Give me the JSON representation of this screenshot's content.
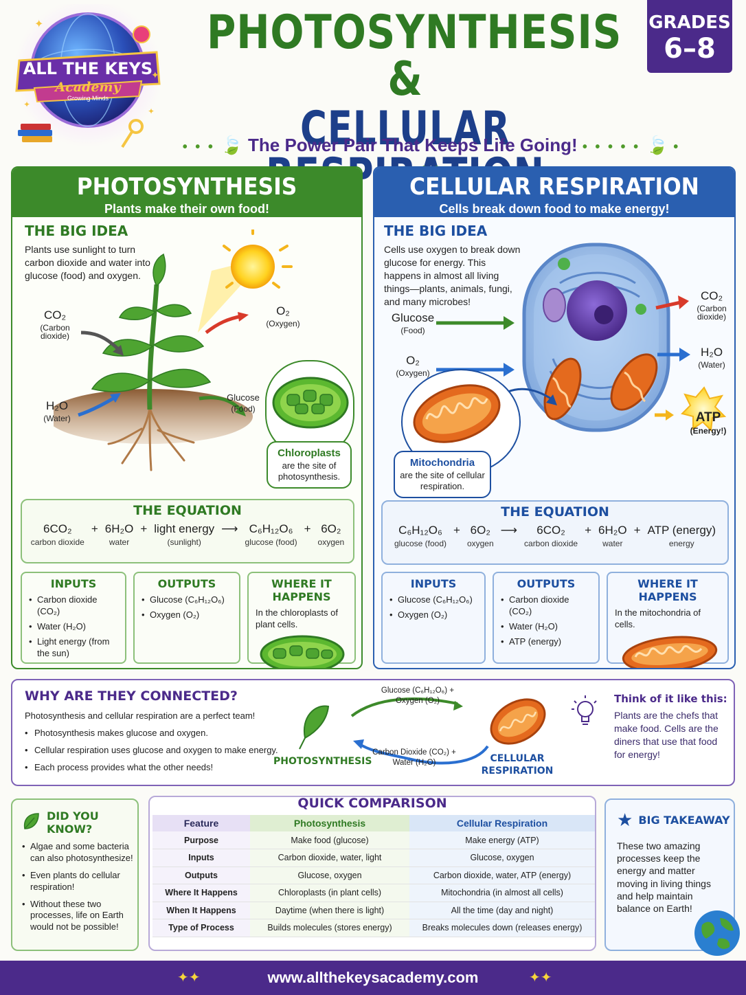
{
  "logo": {
    "line1": "ALL THE KEYS",
    "line2": "Academy",
    "line3": "Growing Minds"
  },
  "header": {
    "title_line1": "PHOTOSYNTHESIS &",
    "title_line2": "CELLULAR RESPIRATION",
    "grades_label": "GRADES",
    "grades_range": "6–8",
    "tagline": "The Power Pair That Keeps Life Going!"
  },
  "photosynthesis": {
    "title": "PHOTOSYNTHESIS",
    "subtitle": "Plants make their own food!",
    "big_idea_heading": "THE BIG IDEA",
    "big_idea_text": "Plants use sunlight to turn carbon dioxide and water into glucose (food) and oxygen.",
    "labels": {
      "co2": "CO₂",
      "co2_sub": "(Carbon dioxide)",
      "h2o": "H₂O",
      "h2o_sub": "(Water)",
      "o2": "O₂",
      "o2_sub": "(Oxygen)",
      "glucose": "Glucose",
      "glucose_sub": "(Food)"
    },
    "callout_title": "Chloroplasts",
    "callout_text": "are the site of photosynthesis.",
    "equation_heading": "THE EQUATION",
    "equation": [
      {
        "term": "6CO₂",
        "note": "carbon dioxide"
      },
      {
        "op": "+"
      },
      {
        "term": "6H₂O",
        "note": "water"
      },
      {
        "op": "+"
      },
      {
        "term": "light energy",
        "note": "(sunlight)"
      },
      {
        "op": "⟶"
      },
      {
        "term": "C₆H₁₂O₆",
        "note": "glucose (food)"
      },
      {
        "op": "+"
      },
      {
        "term": "6O₂",
        "note": "oxygen"
      }
    ],
    "inputs_heading": "INPUTS",
    "inputs": [
      "Carbon dioxide (CO₂)",
      "Water (H₂O)",
      "Light energy (from the sun)"
    ],
    "outputs_heading": "OUTPUTS",
    "outputs": [
      "Glucose (C₆H₁₂O₆)",
      "Oxygen (O₂)"
    ],
    "where_heading": "WHERE IT HAPPENS",
    "where_text": "In the chloroplasts of plant cells."
  },
  "respiration": {
    "title": "CELLULAR RESPIRATION",
    "subtitle": "Cells break down food to make energy!",
    "big_idea_heading": "THE BIG IDEA",
    "big_idea_text": "Cells use oxygen to break down glucose for energy. This happens in almost all living things—plants, animals, fungi, and many microbes!",
    "labels": {
      "glucose": "Glucose",
      "glucose_sub": "(Food)",
      "o2": "O₂",
      "o2_sub": "(Oxygen)",
      "co2": "CO₂",
      "co2_sub": "(Carbon dioxide)",
      "h2o": "H₂O",
      "h2o_sub": "(Water)",
      "atp": "ATP",
      "atp_sub": "(Energy!)"
    },
    "callout_title": "Mitochondria",
    "callout_text": "are the site of cellular respiration.",
    "equation_heading": "THE EQUATION",
    "equation": [
      {
        "term": "C₆H₁₂O₆",
        "note": "glucose (food)"
      },
      {
        "op": "+"
      },
      {
        "term": "6O₂",
        "note": "oxygen"
      },
      {
        "op": "⟶"
      },
      {
        "term": "6CO₂",
        "note": "carbon dioxide"
      },
      {
        "op": "+"
      },
      {
        "term": "6H₂O",
        "note": "water"
      },
      {
        "op": "+"
      },
      {
        "term": "ATP (energy)",
        "note": "energy"
      }
    ],
    "inputs_heading": "INPUTS",
    "inputs": [
      "Glucose (C₆H₁₂O₆)",
      "Oxygen (O₂)"
    ],
    "outputs_heading": "OUTPUTS",
    "outputs": [
      "Carbon dioxide (CO₂)",
      "Water (H₂O)",
      "ATP (energy)"
    ],
    "where_heading": "WHERE IT HAPPENS",
    "where_text": "In the mitochondria of cells."
  },
  "connected": {
    "heading": "WHY ARE THEY CONNECTED?",
    "intro": "Photosynthesis and cellular respiration are a perfect team!",
    "bullets": [
      "Photosynthesis makes glucose and oxygen.",
      "Cellular respiration uses glucose and oxygen to make energy.",
      "Each process provides what the other needs!"
    ],
    "top_arrow_label": "Glucose (C₆H₁₂O₆) + Oxygen (O₂)",
    "bottom_arrow_label": "Carbon Dioxide (CO₂) + Water (H₂O)",
    "left_label": "PHOTOSYNTHESIS",
    "right_label": "CELLULAR RESPIRATION",
    "think_heading": "Think of it like this:",
    "think_text": "Plants are the chefs that make food. Cells are the diners that use that food for energy!"
  },
  "did_you_know": {
    "heading": "DID YOU KNOW?",
    "facts": [
      "Algae and some bacteria can also photosynthesize!",
      "Even plants do cellular respiration!",
      "Without these two processes, life on Earth would not be possible!"
    ]
  },
  "comparison": {
    "heading": "QUICK COMPARISON",
    "columns": [
      "Feature",
      "Photosynthesis",
      "Cellular Respiration"
    ],
    "rows": [
      [
        "Purpose",
        "Make food (glucose)",
        "Make energy (ATP)"
      ],
      [
        "Inputs",
        "Carbon dioxide, water, light",
        "Glucose, oxygen"
      ],
      [
        "Outputs",
        "Glucose, oxygen",
        "Carbon dioxide, water, ATP (energy)"
      ],
      [
        "Where It Happens",
        "Chloroplasts (in plant cells)",
        "Mitochondria (in almost all cells)"
      ],
      [
        "When It Happens",
        "Daytime (when there is light)",
        "All the time (day and night)"
      ],
      [
        "Type of Process",
        "Builds molecules (stores energy)",
        "Breaks molecules down (releases energy)"
      ]
    ]
  },
  "takeaway": {
    "heading": "BIG TAKEAWAY",
    "text": "These two amazing processes keep the energy and matter moving in living things and help maintain balance on Earth!"
  },
  "footer": {
    "url": "www.allthekeysacademy.com",
    "sparkle": "✦✦"
  },
  "colors": {
    "green": "#3c8a2a",
    "blue": "#2a5fb0",
    "purple": "#4b2a8a",
    "orange": "#e2591e"
  }
}
